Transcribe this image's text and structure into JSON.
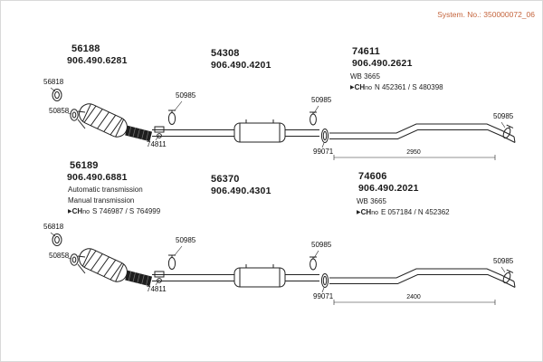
{
  "header": {
    "system_no_label": "System. No.:",
    "system_no_value": "350000072_06"
  },
  "accent_color": "#c4643c",
  "systems": [
    {
      "front": {
        "part": "56188",
        "article": "906.490.6281"
      },
      "middle": {
        "part": "54308",
        "article": "906.490.4201"
      },
      "rear": {
        "part": "74611",
        "article": "906.490.2621",
        "wb": "WB 3665",
        "ch": {
          "marker": "▶",
          "label": "CH",
          "sub": "no",
          "value": "N 452361 / S 480398"
        }
      },
      "callouts": {
        "gasket": "56818",
        "flange": "50858",
        "clamp_front": "50985",
        "hanger": "74811",
        "clamp_mid": "50985",
        "ring": "99071",
        "clamp_rear": "50985"
      },
      "dimension": "2950"
    },
    {
      "front": {
        "part": "56189",
        "article": "906.490.6881",
        "note_auto": "Automatic transmission",
        "note_manual": "Manual transmission",
        "ch": {
          "marker": "▶",
          "label": "CH",
          "sub": "no",
          "value": "S 746987 / S 764999"
        }
      },
      "middle": {
        "part": "56370",
        "article": "906.490.4301"
      },
      "rear": {
        "part": "74606",
        "article": "906.490.2021",
        "wb": "WB 3665",
        "ch": {
          "marker": "▶",
          "label": "CH",
          "sub": "no",
          "value": "E 057184 / N 452362"
        }
      },
      "callouts": {
        "gasket": "56818",
        "flange": "50858",
        "clamp_front": "50985",
        "hanger": "74811",
        "clamp_mid": "50985",
        "ring": "99071",
        "clamp_rear": "50985"
      },
      "dimension": "2400"
    }
  ]
}
